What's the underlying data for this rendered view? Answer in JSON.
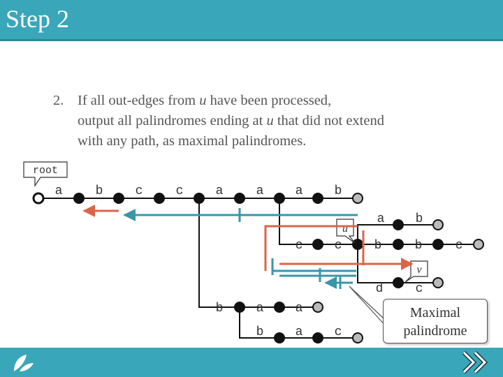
{
  "header": {
    "title": "Step 2"
  },
  "body": {
    "number": "2.",
    "line1_a": "If all out-edges from ",
    "line1_var": "u",
    "line1_b": " have been processed,",
    "line2_a": "output all palindromes ending at ",
    "line2_var": "u",
    "line2_b": " that did not extend",
    "line3": "with any path, as maximal palindromes."
  },
  "diagram": {
    "root_label": "root",
    "u_label": "u",
    "v_label": "v",
    "callout": {
      "line1": "Maximal",
      "line2": "palindrome"
    },
    "top_path_labels": [
      "a",
      "b",
      "c",
      "c",
      "a",
      "a",
      "a",
      "b"
    ],
    "branch_u_top_labels": [
      "a",
      "b"
    ],
    "branch_u_mid_labels": [
      "c",
      "c",
      "b",
      "b",
      "c"
    ],
    "branch_v_labels": [
      "d",
      "c"
    ],
    "lower_branch1_labels": [
      "b",
      "a",
      "a"
    ],
    "lower_branch2_labels": [
      "b",
      "a",
      "c"
    ]
  },
  "colors": {
    "header": "#3aa6b9",
    "orange_arrow": "#d9664a",
    "teal_arrow": "#3a96a8",
    "node": "#111111"
  },
  "icons": {
    "logo": "leaf-logo-icon",
    "next": "double-chevron-right-icon"
  }
}
